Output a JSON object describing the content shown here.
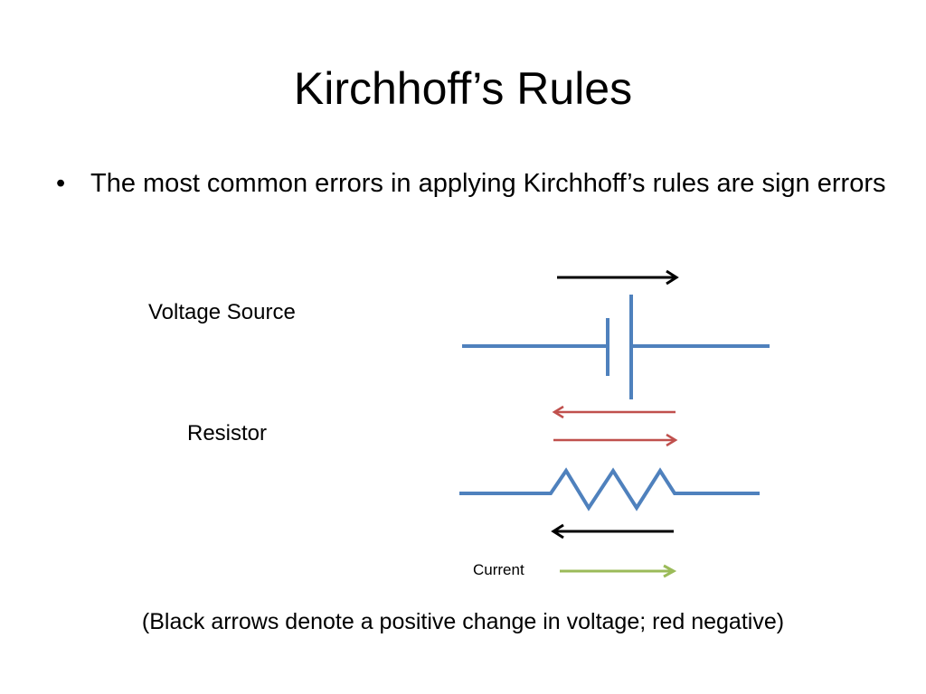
{
  "title": "Kirchhoff’s Rules",
  "bullet": {
    "marker": "•",
    "text": "The most common errors in applying Kirchhoff’s rules are sign errors"
  },
  "labels": {
    "voltage_source": "Voltage Source",
    "resistor": "Resistor",
    "current": "Current"
  },
  "footnote": "(Black arrows denote a positive change in voltage; red negative)",
  "colors": {
    "wire": "#4f81bd",
    "positive_arrow": "#000000",
    "negative_arrow": "#c0504d",
    "current_arrow": "#9bbb59"
  }
}
